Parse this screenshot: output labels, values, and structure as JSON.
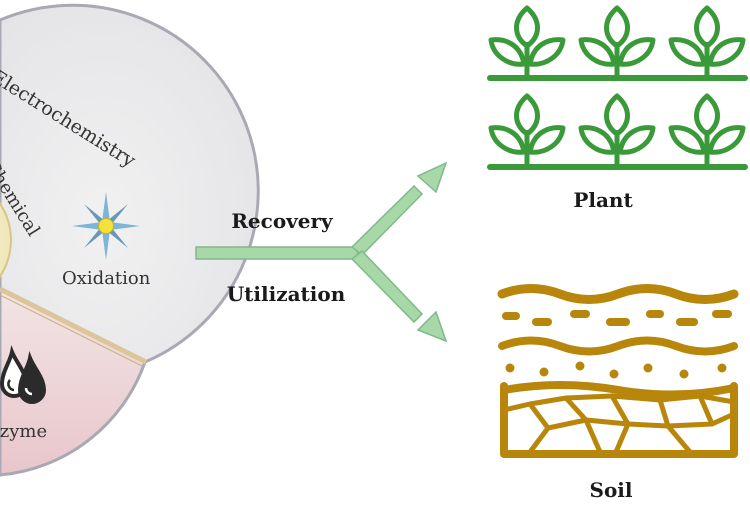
{
  "wheel": {
    "segments": {
      "electrochemistry": "Electrochemistry",
      "chemical": "Chemical",
      "oxidation": "Oxidation",
      "enzyme": "Enzyme"
    },
    "icons": {
      "oxidation": "star-burst-icon",
      "enzyme": "droplets-icon"
    }
  },
  "flow": {
    "label_top": "Recovery",
    "label_bottom": "Utilization",
    "arrow_color": "#a8d8a8"
  },
  "targets": {
    "plant": {
      "label": "Plant",
      "icon": "plant-sprouts-icon",
      "color": "#3a9a3a"
    },
    "soil": {
      "label": "Soil",
      "icon": "soil-layers-icon",
      "color": "#b8860b"
    }
  }
}
